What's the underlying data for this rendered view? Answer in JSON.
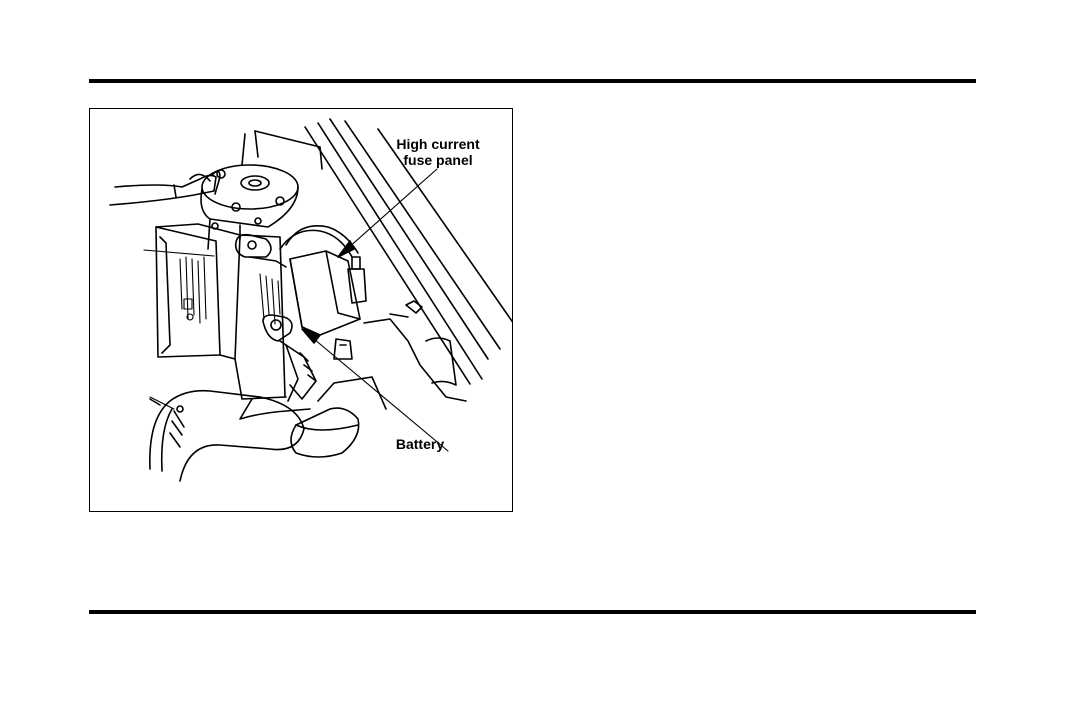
{
  "figure": {
    "callouts": {
      "fuse_panel_line1": "High current",
      "fuse_panel_line2": "fuse panel",
      "battery": "Battery"
    }
  }
}
